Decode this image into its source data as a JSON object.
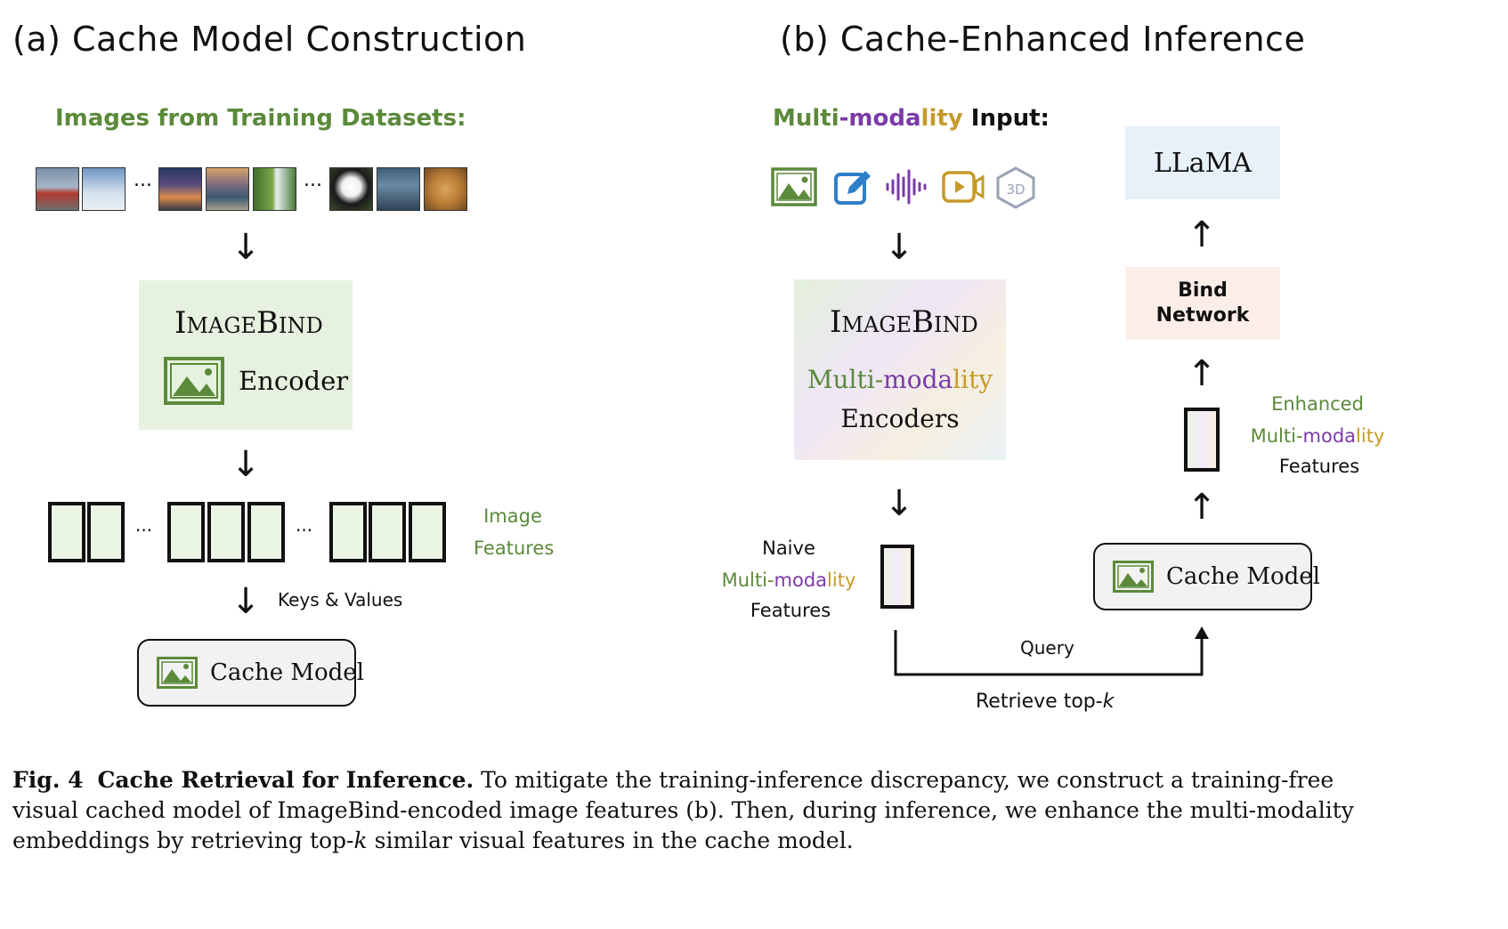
{
  "panel_a": {
    "title": "(a) Cache Model Construction",
    "subtitle": "Images from Training Datasets:",
    "ellipsis": "...",
    "encoder_title": "ImageBind",
    "encoder_label": "Encoder",
    "features_label_1": "Image",
    "features_label_2": "Features",
    "keys_values_label": "Keys & Values",
    "cache_model_label": "Cache Model"
  },
  "panel_b": {
    "title": "(b) Cache-Enhanced Inference",
    "subtitle_parts": [
      "Multi",
      "-moda",
      "lity",
      " Input:"
    ],
    "modality_icons": [
      "image-icon",
      "text-edit-icon",
      "audio-wave-icon",
      "video-icon",
      "3d-cube-icon"
    ],
    "icon_3d_text": "3D",
    "encoder_title": "ImageBind",
    "encoder_label_1": "Multi-modality",
    "encoder_label_2": "Encoders",
    "naive_label_1": "Naive",
    "naive_label_2": "Multi-modality",
    "naive_label_3": "Features",
    "query_label": "Query",
    "retrieve_label": "Retrieve top-",
    "retrieve_k": "k",
    "cache_model_label": "Cache Model",
    "enhanced_label_1": "Enhanced",
    "enhanced_label_2": "Multi-modality",
    "enhanced_label_3": "Features",
    "bind_network_label_1": "Bind",
    "bind_network_label_2": "Network",
    "llama_label": "LLaMA"
  },
  "caption": {
    "fig_label": "Fig. 4",
    "bold_title": "Cache Retrieval for Inference.",
    "text_1": " To mitigate the training-inference discrepancy, we construct a training-free visual cached model of ImageBind-encoded image features (b). Then, during inference, we enhance the multi-modality embeddings by retrieving top-",
    "k": "k",
    "text_2": " similar visual features in the cache model."
  },
  "colors": {
    "green": "#5b8a3a",
    "purple": "#7b3aa8",
    "gold": "#c69a2a",
    "blue": "#2f7fc8",
    "light_green_box": "#e6f2df",
    "bind_network_bg": "#fbeee8",
    "llama_bg": "#e8f1f9"
  }
}
